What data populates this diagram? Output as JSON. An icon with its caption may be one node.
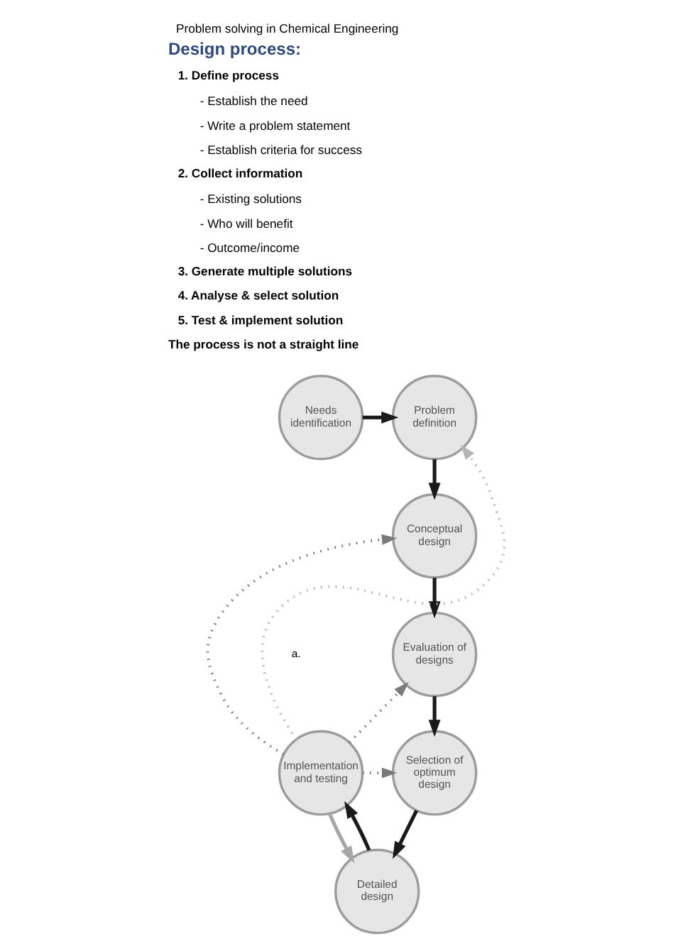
{
  "diagram": {
    "title": "Problem solving in Chemical Engineering",
    "nodes": [
      {
        "text": [
          "Needs identification"
        ]
      },
      {
        "text": [
          "Problem definition"
        ]
      },
      {
        "text": [
          "Conceptual design"
        ]
      },
      {
        "text": [
          "Evaluation of designs"
        ]
      },
      {
        "text": [
          "Implementation and testing"
        ]
      },
      {
        "text": [
          "Selection of optimum design"
        ]
      },
      {
        "text": [
          "Detailed design"
        ]
      }
    ],
    "edges": [
      {
        "from": 0,
        "to": 1,
        "arrow": "to"
      },
      {
        "from": 1,
        "to": 2,
        "arrow": "to"
      },
      {
        "from": 2,
        "to": 3,
        "arrow": "to"
      },
      {
        "from": 3,
        "to": 5,
        "arrow": "to"
      },
      {
        "from": 5,
        "to": 6,
        "arrow": "to"
      },
      {
        "from": 6,
        "to": 4,
        "arrow": "to"
      },
      {
        "from": 4,
        "to": 6,
        "arrow": "to",
        "color": "#a6a6a6"
      },
      {
        "from": 4,
        "to": 1,
        "arrow": "to",
        "style": "dashed",
        "color": "#b5b5b5"
      },
      {
        "from": 4,
        "to": 2,
        "arrow": "to",
        "style": "dashed",
        "color": "#7a7a7a"
      },
      {
        "from": 4,
        "to": 3,
        "arrow": "to",
        "style": "dashed",
        "color": "#7a7a7a"
      },
      {
        "from": 4,
        "to": 5,
        "arrow": "to",
        "style": "dashed",
        "color": "#7a7a7a"
      }
    ],
    "labels": [
      "Design process:",
      "1. Define process",
      "- Establish the need",
      "- Write a problem statement",
      "- Establish criteria for success",
      "2. Collect information",
      "- Existing solutions",
      "- Who will benefit",
      "- Outcome/income",
      "3. Generate multiple solutions",
      "4. Analyse & select solution",
      "5. Test & implement solution",
      "The process is not a straight line",
      "a."
    ]
  }
}
